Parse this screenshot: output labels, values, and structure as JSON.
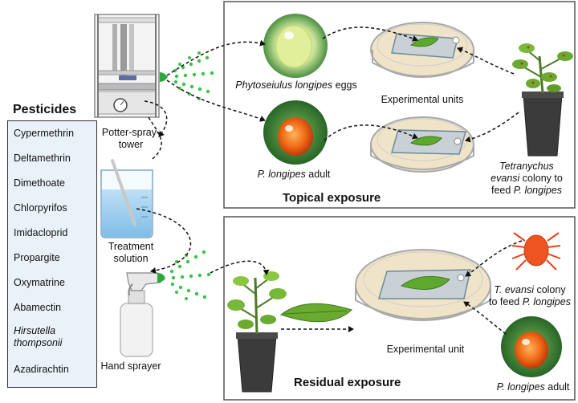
{
  "pesticides": {
    "title": "Pesticides",
    "items": [
      "Cypermethrin",
      "Deltamethrin",
      "Dimethoate",
      "Chlorpyrifos",
      "Imidacloprid",
      "Propargite",
      "Oxymatrine",
      "Abamectin",
      "Hirsutella thompsonii",
      "Azadirachtin"
    ]
  },
  "equipment": {
    "potter_tower": "Potter-spray-tower",
    "treatment_solution": "Treatment solution",
    "hand_sprayer": "Hand sprayer"
  },
  "topical": {
    "title": "Topical exposure",
    "eggs_label_italic": "Phytoseiulus longipes",
    "eggs_label_rest": " eggs",
    "adult_label_italic": "P. longipes",
    "adult_label_rest": " adult",
    "units_label": "Experimental units",
    "colony_line1": "Tetranychus",
    "colony_line2": "evansi",
    "colony_line2_rest": " colony to",
    "colony_line3_rest": "feed ",
    "colony_line3_italic": "P. longipes"
  },
  "residual": {
    "title": "Residual exposure",
    "unit_label": "Experimental unit",
    "colony_line1_italic": "T. evansi",
    "colony_line1_rest": " colony",
    "colony_line2_rest": "to feed ",
    "colony_line2_italic": "P. longipes",
    "adult_label_italic": "P. longipes",
    "adult_label_rest": " adult"
  },
  "colors": {
    "spray_green": "#3cc24a",
    "leaf_green": "#5fa82e",
    "dish_fill": "#efe3c8",
    "mite_red": "#e8421a",
    "pesticide_bg": "#eaf1f9"
  },
  "icons": [
    "potter-spray-tower-icon",
    "beaker-icon",
    "hand-sprayer-icon",
    "tomato-plant-icon",
    "petri-dish-icon",
    "mite-egg-icon",
    "predatory-mite-icon",
    "spider-mite-icon",
    "leaf-icon"
  ]
}
